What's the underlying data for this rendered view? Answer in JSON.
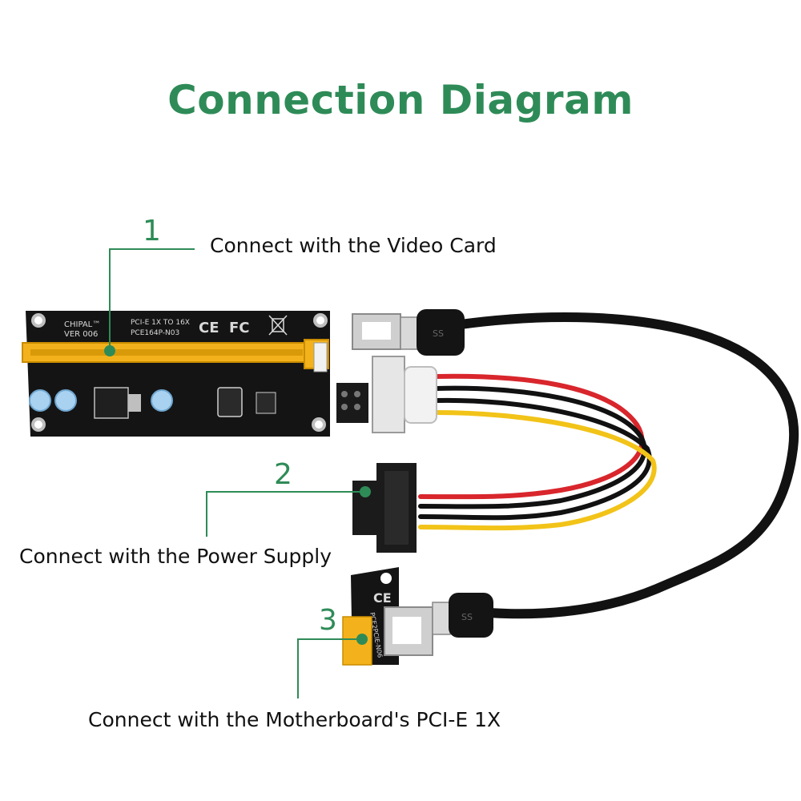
{
  "title": "Connection Diagram",
  "colors": {
    "accent": "#2e8b57",
    "pcb": "#141414",
    "slot": "#f3b21b",
    "wire_red": "#d8262c",
    "wire_yellow": "#f2c318",
    "wire_black": "#111111",
    "cable": "#121212"
  },
  "callouts": [
    {
      "number": "1",
      "label": "Connect with the Video Card"
    },
    {
      "number": "2",
      "label": "Connect with the Power Supply"
    },
    {
      "number": "3",
      "label": "Connect with the Motherboard's PCI-E 1X"
    }
  ],
  "riser_board": {
    "brand": "CHIPAL™",
    "version": "VER 006",
    "model_line1": "PCI-E 1X TO 16X",
    "model_line2": "PCE164P-N03",
    "cert_ce": "CE",
    "cert_fc": "FC"
  },
  "adapter_board": {
    "model": "PCE2PCIE-N06",
    "cert": "CE"
  },
  "usb_logo": "SS"
}
